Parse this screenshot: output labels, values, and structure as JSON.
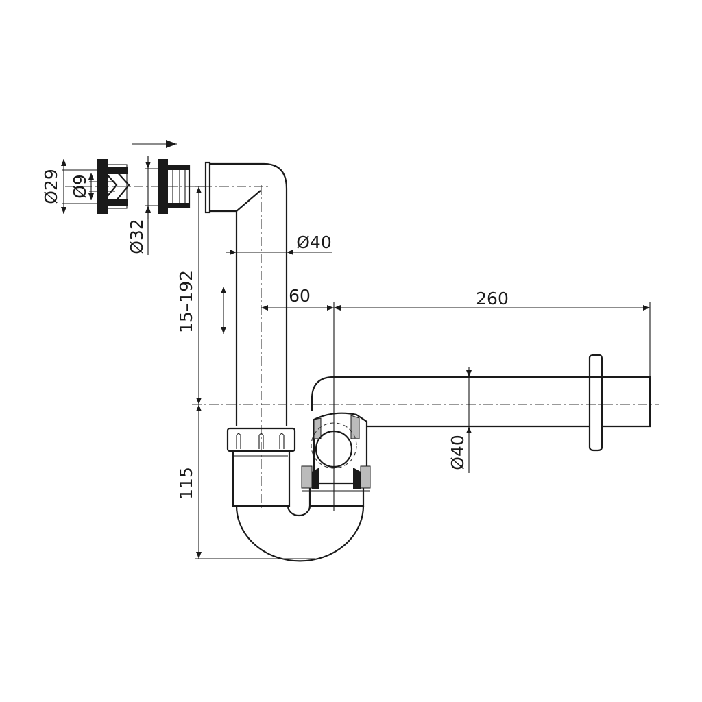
{
  "drawing": {
    "labels": {
      "dia_29": "Ø29",
      "dia_9": "Ø9",
      "dia_32": "Ø32",
      "dia_40_vertical_pipe": "Ø40",
      "height_range": "15–192",
      "offset_60": "60",
      "length_260": "260",
      "dia_40_horizontal_pipe": "Ø40",
      "depth_115": "115"
    },
    "line_color": "#1a1a1a"
  }
}
